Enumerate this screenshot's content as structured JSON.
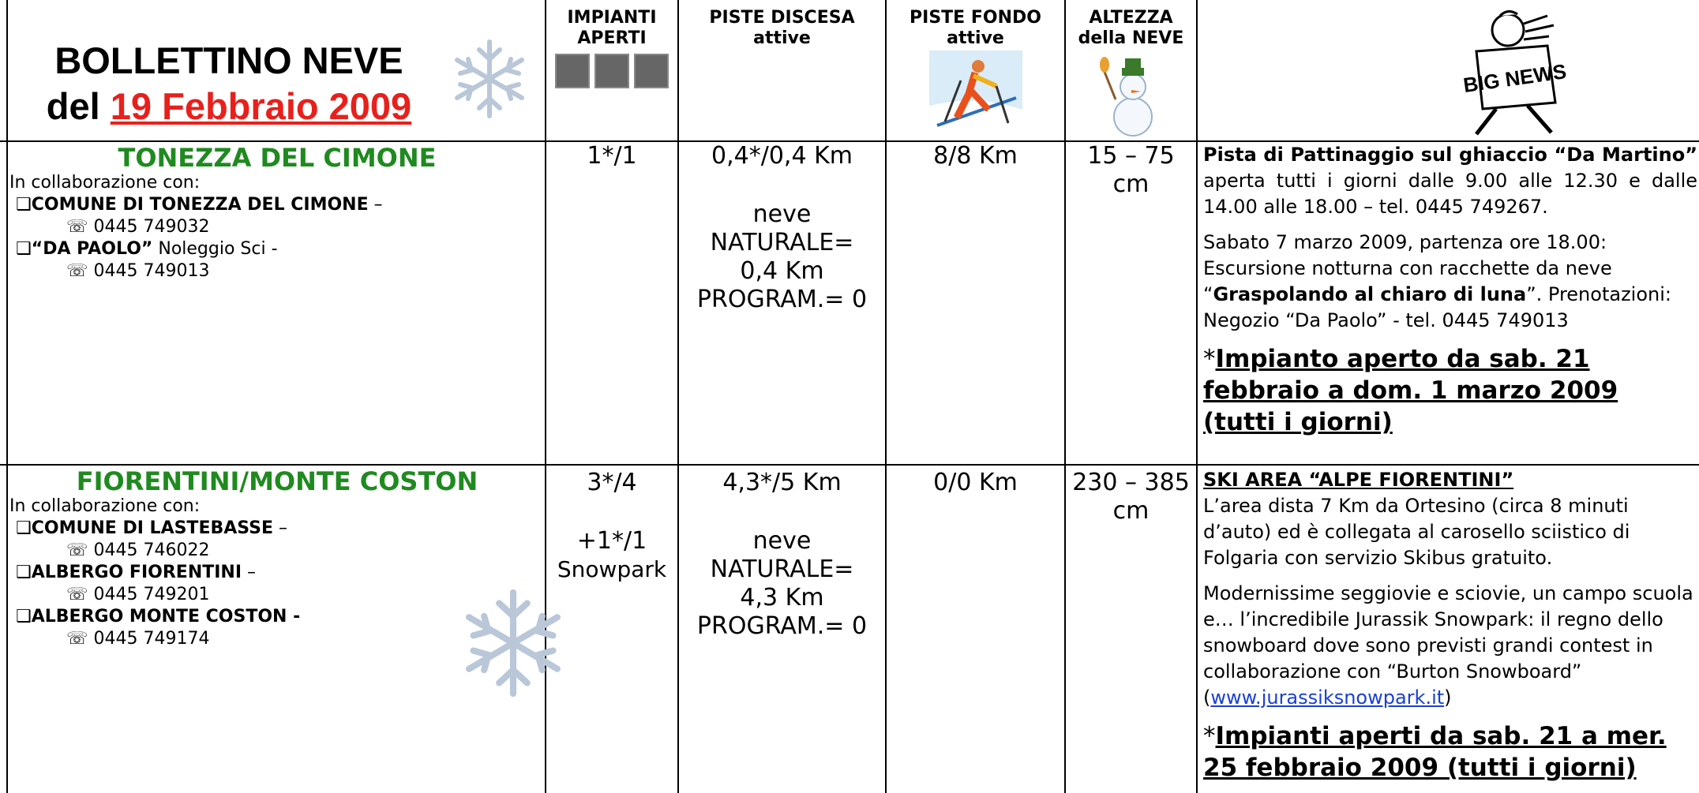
{
  "header": {
    "title_line1": "BOLLETTINO NEVE",
    "title_prefix": "del",
    "title_date": "19 Febbraio 2009",
    "col_impianti": "IMPIANTI APERTI",
    "col_discesa_1": "PISTE DISCESA",
    "col_discesa_2": "attive",
    "col_fondo_1": "PISTE FONDO",
    "col_fondo_2": "attive",
    "col_altezza_1": "ALTEZZA",
    "col_altezza_2": "della NEVE",
    "news_logo": "BIG NEWS"
  },
  "rows": [
    {
      "resort": "TONEZZA DEL CIMONE",
      "collab": "In collaborazione con:",
      "partners": [
        {
          "name": "COMUNE DI TONEZZA DEL CIMONE",
          "suffix": " –",
          "phone": "0445 749032"
        },
        {
          "name": "“DA PAOLO”",
          "suffix": " Noleggio Sci -",
          "phone": "0445 749013"
        }
      ],
      "impianti": "1*/1",
      "impianti_extra": "",
      "impianti_extra2": "",
      "discesa": "0,4*/0,4 Km",
      "neve_label": "neve",
      "naturale": "NATURALE=",
      "naturale_val": "0,4 Km",
      "program": "PROGRAM.= 0",
      "fondo": "8/8 Km",
      "altezza_1": "15 – 75",
      "altezza_2": "cm",
      "note_p1_bold": "Pista di Pattinaggio sul ghiaccio “Da Martino”",
      "note_p1_rest": " aperta tutti i giorni dalle 9.00 alle 12.30 e dalle 14.00 alle 18.00 – tel. 0445 749267.",
      "note_p2_a": "Sabato 7 marzo 2009, partenza ore 18.00: Escursione notturna con racchette da neve “",
      "note_p2_bold": "Graspolando al chiaro di luna",
      "note_p2_b": "”. Prenotazioni: Negozio “Da Paolo” - tel. 0445 749013",
      "note_star": "*",
      "note_big": "Impianto aperto da sab. 21 febbraio a dom. 1 marzo 2009 (tutti i giorni)"
    },
    {
      "resort": "FIORENTINI/MONTE COSTON",
      "collab": "In collaborazione con:",
      "partners": [
        {
          "name": "COMUNE DI LASTEBASSE",
          "suffix": " –",
          "phone": "0445 746022"
        },
        {
          "name": "ALBERGO FIORENTINI",
          "suffix": " –",
          "phone": "0445 749201"
        },
        {
          "name": "ALBERGO MONTE COSTON -",
          "suffix": "",
          "phone": "0445 749174"
        }
      ],
      "impianti": "3*/4",
      "impianti_extra": "+1*/1",
      "impianti_extra2": "Snowpark",
      "discesa": "4,3*/5 Km",
      "neve_label": "neve",
      "naturale": "NATURALE=",
      "naturale_val": "4,3 Km",
      "program": "PROGRAM.= 0",
      "fondo": "0/0 Km",
      "altezza_1": "230 – 385",
      "altezza_2": "cm",
      "note_head": "SKI AREA “ALPE FIORENTINI”",
      "note_p1": "L’area dista 7 Km da Ortesino (circa 8 minuti d’auto) ed è collegata al carosello sciistico di Folgaria con servizio Skibus gratuito.",
      "note_p2_a": "Modernissime seggiovie e sciovie, un campo scuola e… l’incredibile Jurassik Snowpark: il regno dello snowboard dove sono previsti grandi contest in collaborazione con “Burton Snowboard” (",
      "note_link": "www.jurassiksnowpark.it",
      "note_p2_b": ")",
      "note_star": "*",
      "note_big": "Impianti aperti da sab. 21 a mer. 25 febbraio 2009 (tutti i giorni)"
    }
  ],
  "phone_glyph": "☏"
}
